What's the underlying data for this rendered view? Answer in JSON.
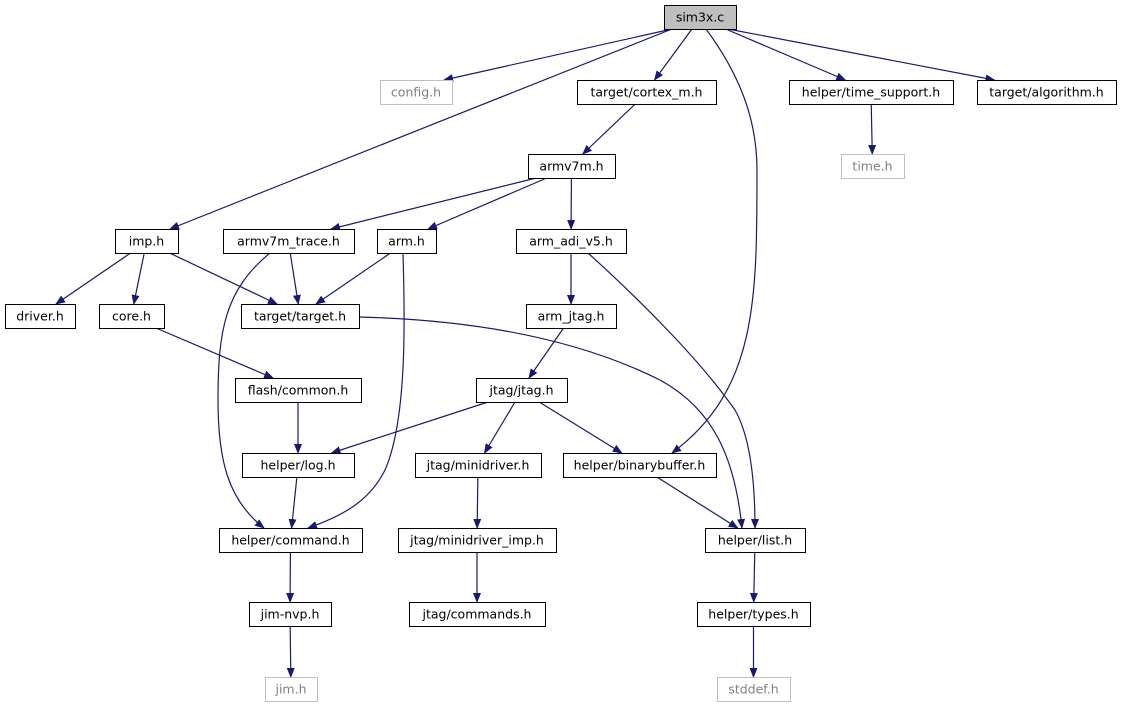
{
  "colors": {
    "edge": "#191970",
    "node_border": "#000000",
    "external_border": "#bfbfbf",
    "external_text": "#808080",
    "root_fill": "#bfbfbf"
  },
  "nodes": [
    {
      "id": "sim3x",
      "label": "sim3x.c",
      "kind": "root"
    },
    {
      "id": "config",
      "label": "config.h",
      "kind": "external"
    },
    {
      "id": "cortex_m",
      "label": "target/cortex_m.h",
      "kind": "normal"
    },
    {
      "id": "time_support",
      "label": "helper/time_support.h",
      "kind": "normal"
    },
    {
      "id": "algorithm",
      "label": "target/algorithm.h",
      "kind": "normal"
    },
    {
      "id": "time",
      "label": "time.h",
      "kind": "external"
    },
    {
      "id": "armv7m",
      "label": "armv7m.h",
      "kind": "normal"
    },
    {
      "id": "imp",
      "label": "imp.h",
      "kind": "normal"
    },
    {
      "id": "armv7m_trace",
      "label": "armv7m_trace.h",
      "kind": "normal"
    },
    {
      "id": "arm",
      "label": "arm.h",
      "kind": "normal"
    },
    {
      "id": "arm_adi_v5",
      "label": "arm_adi_v5.h",
      "kind": "normal"
    },
    {
      "id": "driver",
      "label": "driver.h",
      "kind": "normal"
    },
    {
      "id": "core",
      "label": "core.h",
      "kind": "normal"
    },
    {
      "id": "target",
      "label": "target/target.h",
      "kind": "normal"
    },
    {
      "id": "arm_jtag",
      "label": "arm_jtag.h",
      "kind": "normal"
    },
    {
      "id": "flash_common",
      "label": "flash/common.h",
      "kind": "normal"
    },
    {
      "id": "jtag",
      "label": "jtag/jtag.h",
      "kind": "normal"
    },
    {
      "id": "log",
      "label": "helper/log.h",
      "kind": "normal"
    },
    {
      "id": "minidriver",
      "label": "jtag/minidriver.h",
      "kind": "normal"
    },
    {
      "id": "binarybuffer",
      "label": "helper/binarybuffer.h",
      "kind": "normal"
    },
    {
      "id": "command",
      "label": "helper/command.h",
      "kind": "normal"
    },
    {
      "id": "minidriver_imp",
      "label": "jtag/minidriver_imp.h",
      "kind": "normal"
    },
    {
      "id": "list",
      "label": "helper/list.h",
      "kind": "normal"
    },
    {
      "id": "jim_nvp",
      "label": "jim-nvp.h",
      "kind": "normal"
    },
    {
      "id": "commands",
      "label": "jtag/commands.h",
      "kind": "normal"
    },
    {
      "id": "types",
      "label": "helper/types.h",
      "kind": "normal"
    },
    {
      "id": "jim",
      "label": "jim.h",
      "kind": "external"
    },
    {
      "id": "stddef",
      "label": "stddef.h",
      "kind": "external"
    }
  ],
  "edges": [
    [
      "sim3x",
      "config"
    ],
    [
      "sim3x",
      "cortex_m"
    ],
    [
      "sim3x",
      "time_support"
    ],
    [
      "sim3x",
      "algorithm"
    ],
    [
      "sim3x",
      "imp"
    ],
    [
      "sim3x",
      "binarybuffer"
    ],
    [
      "time_support",
      "time"
    ],
    [
      "cortex_m",
      "armv7m"
    ],
    [
      "armv7m",
      "armv7m_trace"
    ],
    [
      "armv7m",
      "arm"
    ],
    [
      "armv7m",
      "arm_adi_v5"
    ],
    [
      "imp",
      "driver"
    ],
    [
      "imp",
      "core"
    ],
    [
      "imp",
      "target"
    ],
    [
      "armv7m_trace",
      "target"
    ],
    [
      "armv7m_trace",
      "command"
    ],
    [
      "arm",
      "target"
    ],
    [
      "arm",
      "command"
    ],
    [
      "arm_adi_v5",
      "arm_jtag"
    ],
    [
      "arm_adi_v5",
      "list"
    ],
    [
      "core",
      "flash_common"
    ],
    [
      "target",
      "list"
    ],
    [
      "arm_jtag",
      "jtag"
    ],
    [
      "flash_common",
      "log"
    ],
    [
      "jtag",
      "log"
    ],
    [
      "jtag",
      "minidriver"
    ],
    [
      "jtag",
      "binarybuffer"
    ],
    [
      "log",
      "command"
    ],
    [
      "minidriver",
      "minidriver_imp"
    ],
    [
      "binarybuffer",
      "list"
    ],
    [
      "command",
      "jim_nvp"
    ],
    [
      "minidriver_imp",
      "commands"
    ],
    [
      "list",
      "types"
    ],
    [
      "jim_nvp",
      "jim"
    ],
    [
      "types",
      "stddef"
    ]
  ]
}
